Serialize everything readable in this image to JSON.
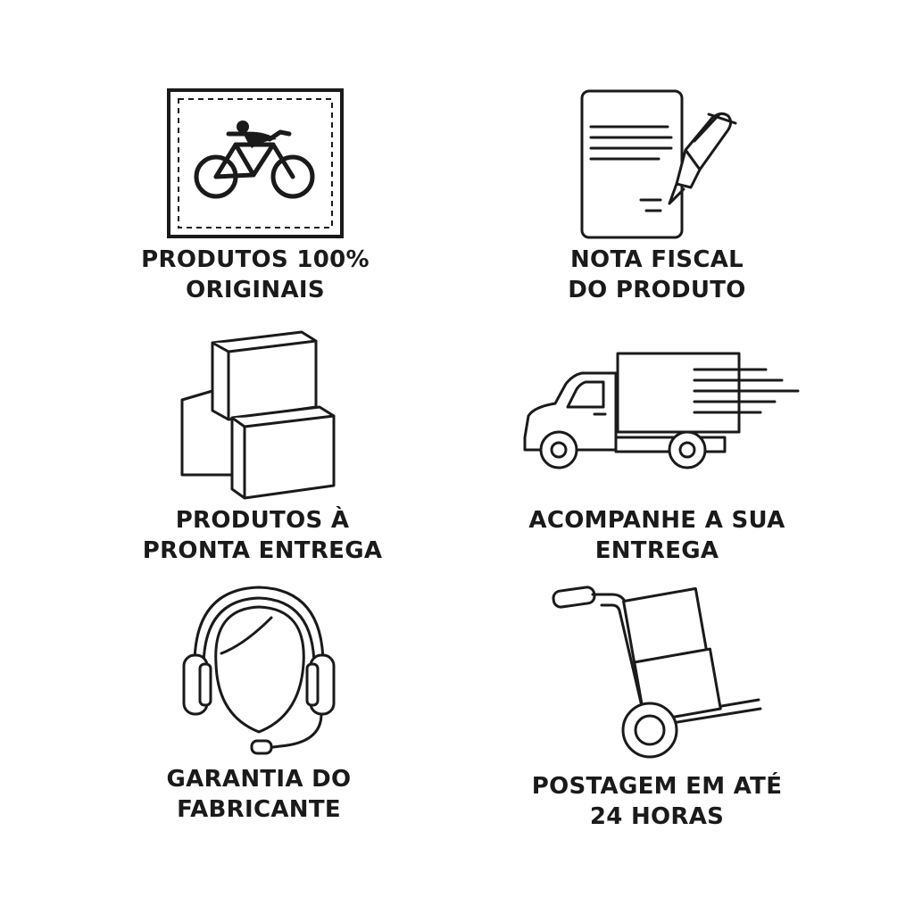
{
  "features": [
    {
      "icon": "bicycle-stamp-icon",
      "caption_line1": "PRODUTOS 100%",
      "caption_line2": "ORIGINAIS"
    },
    {
      "icon": "invoice-pen-icon",
      "caption_line1": "NOTA FISCAL",
      "caption_line2": "DO PRODUTO"
    },
    {
      "icon": "stacked-boxes-icon",
      "caption_line1": "PRODUTOS À",
      "caption_line2": "PRONTA ENTREGA"
    },
    {
      "icon": "delivery-truck-icon",
      "caption_line1": "ACOMPANHE A SUA",
      "caption_line2": "ENTREGA"
    },
    {
      "icon": "headset-support-icon",
      "caption_line1": "GARANTIA DO",
      "caption_line2": "FABRICANTE"
    },
    {
      "icon": "hand-truck-boxes-icon",
      "caption_line1": "POSTAGEM EM ATÉ",
      "caption_line2": "24 HORAS"
    }
  ],
  "colors": {
    "ink": "#1a1a1a",
    "background": "#ffffff"
  }
}
